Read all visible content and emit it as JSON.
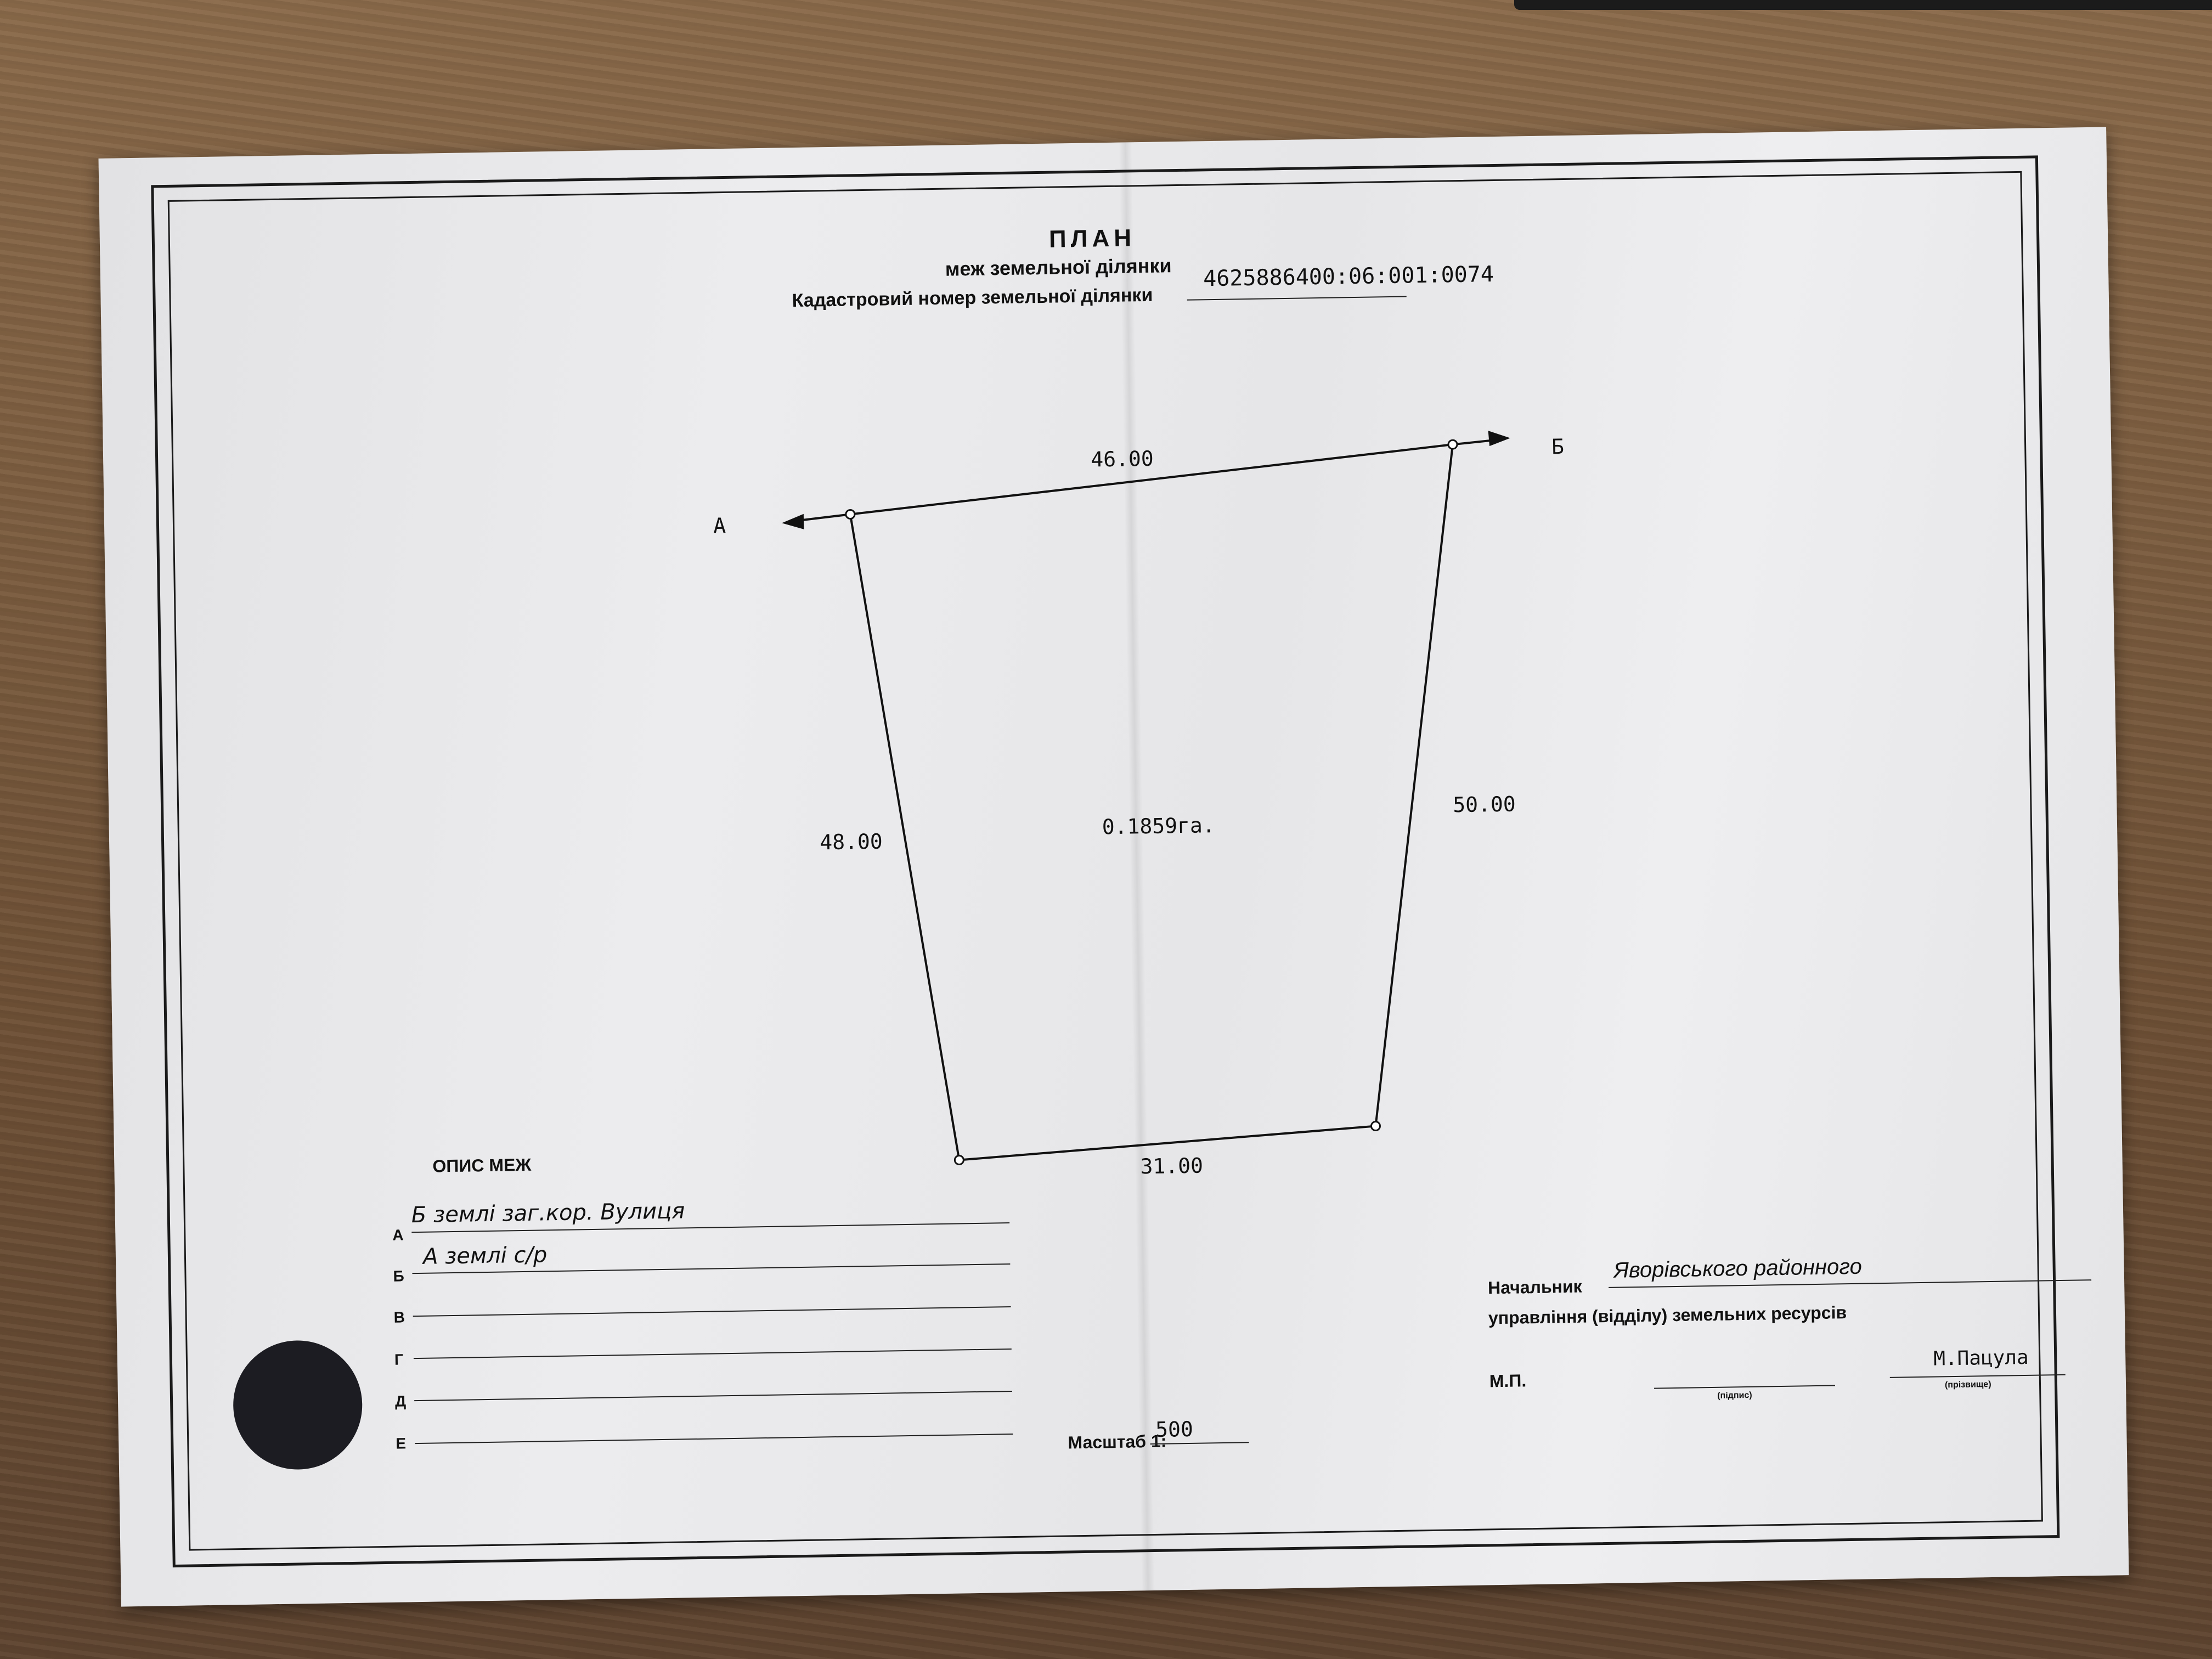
{
  "header": {
    "title": "ПЛАН",
    "subtitle": "меж земельної ділянки",
    "cadastral_label": "Кадастровий номер земельної ділянки",
    "cadastral_number": "4625886400:06:001:0074"
  },
  "plan": {
    "point_a": "А",
    "point_b": "Б",
    "top_length": "46.00",
    "left_length": "48.00",
    "right_length": "50.00",
    "bottom_length": "31.00",
    "area": "0.1859га."
  },
  "boundaries": {
    "title": "ОПИС МЕЖ",
    "rows": [
      {
        "letter": "А",
        "value": "Б землі заг.кор. Вулиця"
      },
      {
        "letter": "Б",
        "value": "А землі с/р"
      },
      {
        "letter": "В",
        "value": ""
      },
      {
        "letter": "Г",
        "value": ""
      },
      {
        "letter": "Д",
        "value": ""
      },
      {
        "letter": "Е",
        "value": ""
      }
    ]
  },
  "scale": {
    "label": "Масштаб 1:",
    "value": "500"
  },
  "signature": {
    "chief_label": "Начальник",
    "chief_value": "Яворівського районного",
    "department": "управління (відділу) земельних ресурсів",
    "mp_label": "М.П.",
    "sign_caption": "(підпис)",
    "name_value": "М.Пацула",
    "name_caption": "(прізвище)"
  },
  "colors": {
    "ink": "#111111",
    "paper": "#e8e8ea",
    "stamp": "#1c1c22"
  }
}
